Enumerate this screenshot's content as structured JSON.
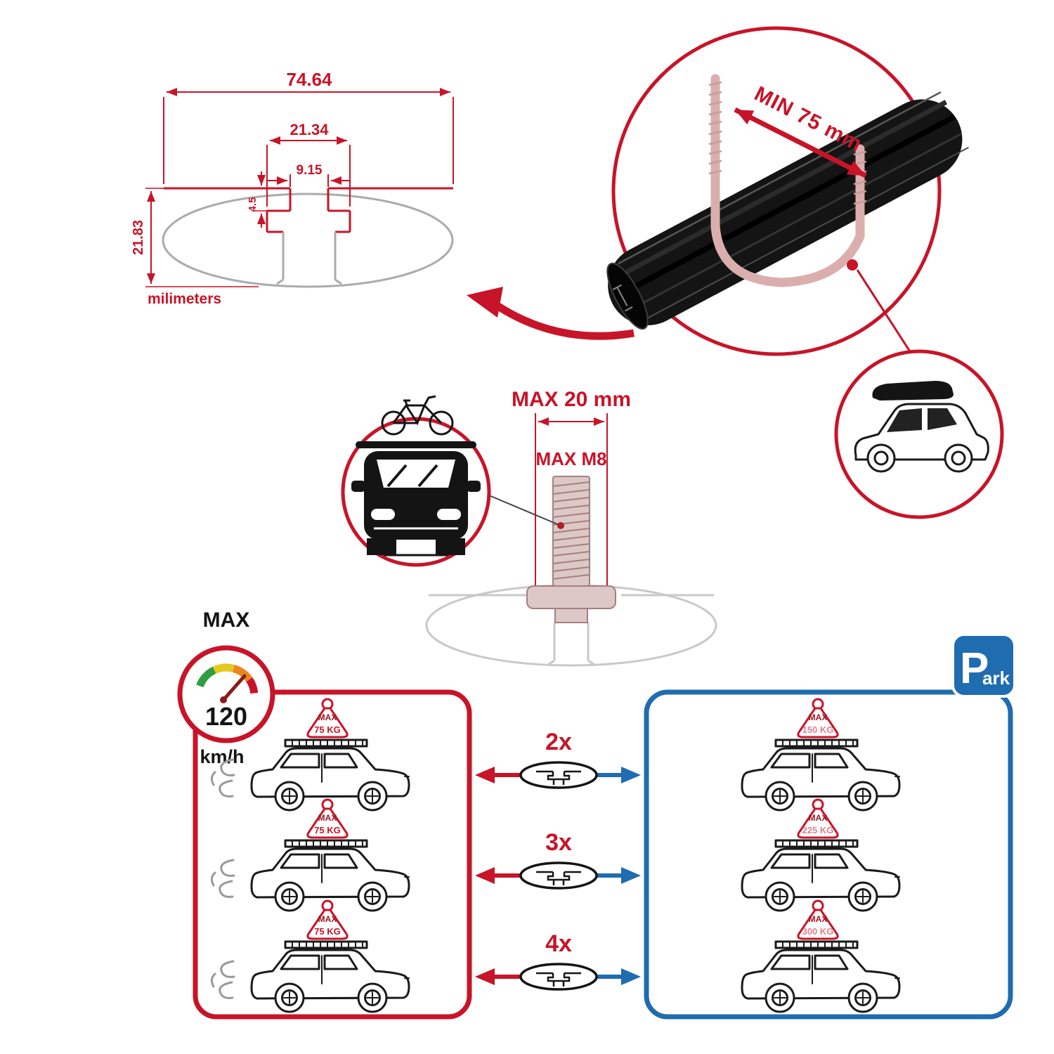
{
  "colors": {
    "accent_red": "#c81428",
    "accent_blue": "#1f6cb0",
    "bar_black": "#141414",
    "sketch_gray": "#9e9e9e",
    "bolt_pink": "#dbaeae"
  },
  "dimension_drawing": {
    "total_width": "74.64",
    "channel_width": "21.34",
    "slot_width": "9.15",
    "lip_height": "4.5",
    "total_height": "21.83",
    "units_label": "milimeters"
  },
  "crossbar_detail": {
    "min_span_label": "MIN 75 mm"
  },
  "bolt_detail": {
    "max_length_label": "MAX 20 mm",
    "max_thread_label": "MAX M8"
  },
  "speed_limit": {
    "label": "MAX",
    "value": "120",
    "unit": "km/h"
  },
  "park_sign": {
    "letter": "P",
    "suffix": "ark"
  },
  "rows": [
    {
      "count": "2x",
      "left_tag_title": "MAX",
      "left_tag_value": "75 KG",
      "right_tag_title": "MAX",
      "right_tag_value": "150 KG"
    },
    {
      "count": "3x",
      "left_tag_title": "MAX",
      "left_tag_value": "75 KG",
      "right_tag_title": "MAX",
      "right_tag_value": "225 KG"
    },
    {
      "count": "4x",
      "left_tag_title": "MAX",
      "left_tag_value": "75 KG",
      "right_tag_title": "MAX",
      "right_tag_value": "300 KG"
    }
  ]
}
